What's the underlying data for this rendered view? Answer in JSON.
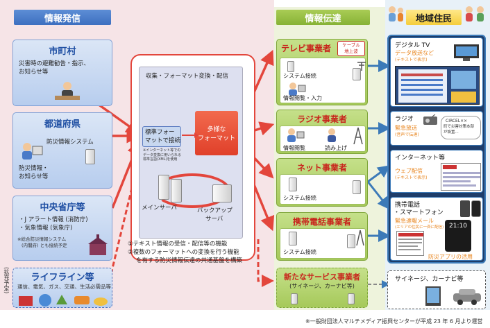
{
  "headers": {
    "sending": "情報発信",
    "transmission": "情報伝達",
    "residents": "地域住民"
  },
  "sources": {
    "municipality": {
      "title": "市町村",
      "lines": [
        "災害時の避難勧告・指示、",
        "お知らせ等"
      ]
    },
    "prefecture": {
      "title": "都道府県",
      "system": "防災情報システム",
      "lines": [
        "防災情報・",
        "お知らせ等"
      ]
    },
    "ministry": {
      "title": "中央省庁等",
      "lines": [
        "・J アラート情報 (消防庁)",
        "・気象情報 (気象庁)"
      ],
      "note_lines": [
        "※総合防災情報システム",
        "(内閣府) とも接続予定"
      ]
    },
    "lifeline": {
      "title": "ライフライン等",
      "subtitle": "通信、電気、ガス、交通、生活必需品等"
    },
    "expansion_label": "(拡充予定)"
  },
  "platform": {
    "header": "収集・フォーマット変換・配信",
    "standard_format_lines": [
      "標準フォー",
      "マットで接続"
    ],
    "standard_note_lines": [
      "※インターネット等での",
      "データ変換に用いられる",
      "標準言語(XML)を使用"
    ],
    "diverse_format_lines": [
      "多様な",
      "フォーマット"
    ],
    "main_server": "メインサーバ",
    "backup_server_lines": [
      "バックアップ",
      "サーバ"
    ],
    "functions": [
      "①テキスト情報の受信・配信等の機能",
      "②複数のフォーマットへの変換を行う機能",
      "を有する防災情報伝達の共通基盤を構築"
    ]
  },
  "operators": {
    "tv": {
      "title": "テレビ事業者",
      "tag_lines": [
        "ケーブル",
        "地上波"
      ],
      "system": "システム接続",
      "io": "情報閲覧・入力"
    },
    "radio": {
      "title": "ラジオ事業者",
      "view": "情報閲覧",
      "read": "読み上げ"
    },
    "net": {
      "title": "ネット事業者",
      "system": "システム接続"
    },
    "mobile": {
      "title": "携帯電話事業者",
      "system": "システム接続"
    },
    "new_service": {
      "title": "新たなサービス事業者",
      "subtitle": "(サイネージ、カーナビ等)"
    }
  },
  "residents": {
    "tv": {
      "title": "デジタル TV",
      "lines": [
        "データ放送など",
        "(テキストで表示)"
      ]
    },
    "radio": {
      "title": "ラジオ",
      "lines": [
        "緊急放送",
        "(音声で伝達)"
      ],
      "sample_lines": [
        "CIRCEL××",
        "町で災害対策本部",
        "が設置..."
      ]
    },
    "internet": {
      "title": "インターネット等",
      "lines": [
        "ウェブ配信",
        "(テキストで表示)"
      ]
    },
    "mobile": {
      "title_lines": [
        "携帯電話",
        "・スマートフォン"
      ],
      "lines": [
        "緊急速報メール",
        "(エリアの住民に一斉に配信)"
      ],
      "app": "防災アプリの活用",
      "time": "21:10"
    },
    "signage": {
      "title": "サイネージ、カーナビ等"
    }
  },
  "footnote": "※一般財団法人マルチメディア振興センターが平成 23 年 6 月より運営",
  "colors": {
    "arrow_red": "#e3463c",
    "source_blue": "#3d6fc0",
    "operator_green": "#8ab83c",
    "resident_blue": "#3c7ab8"
  }
}
